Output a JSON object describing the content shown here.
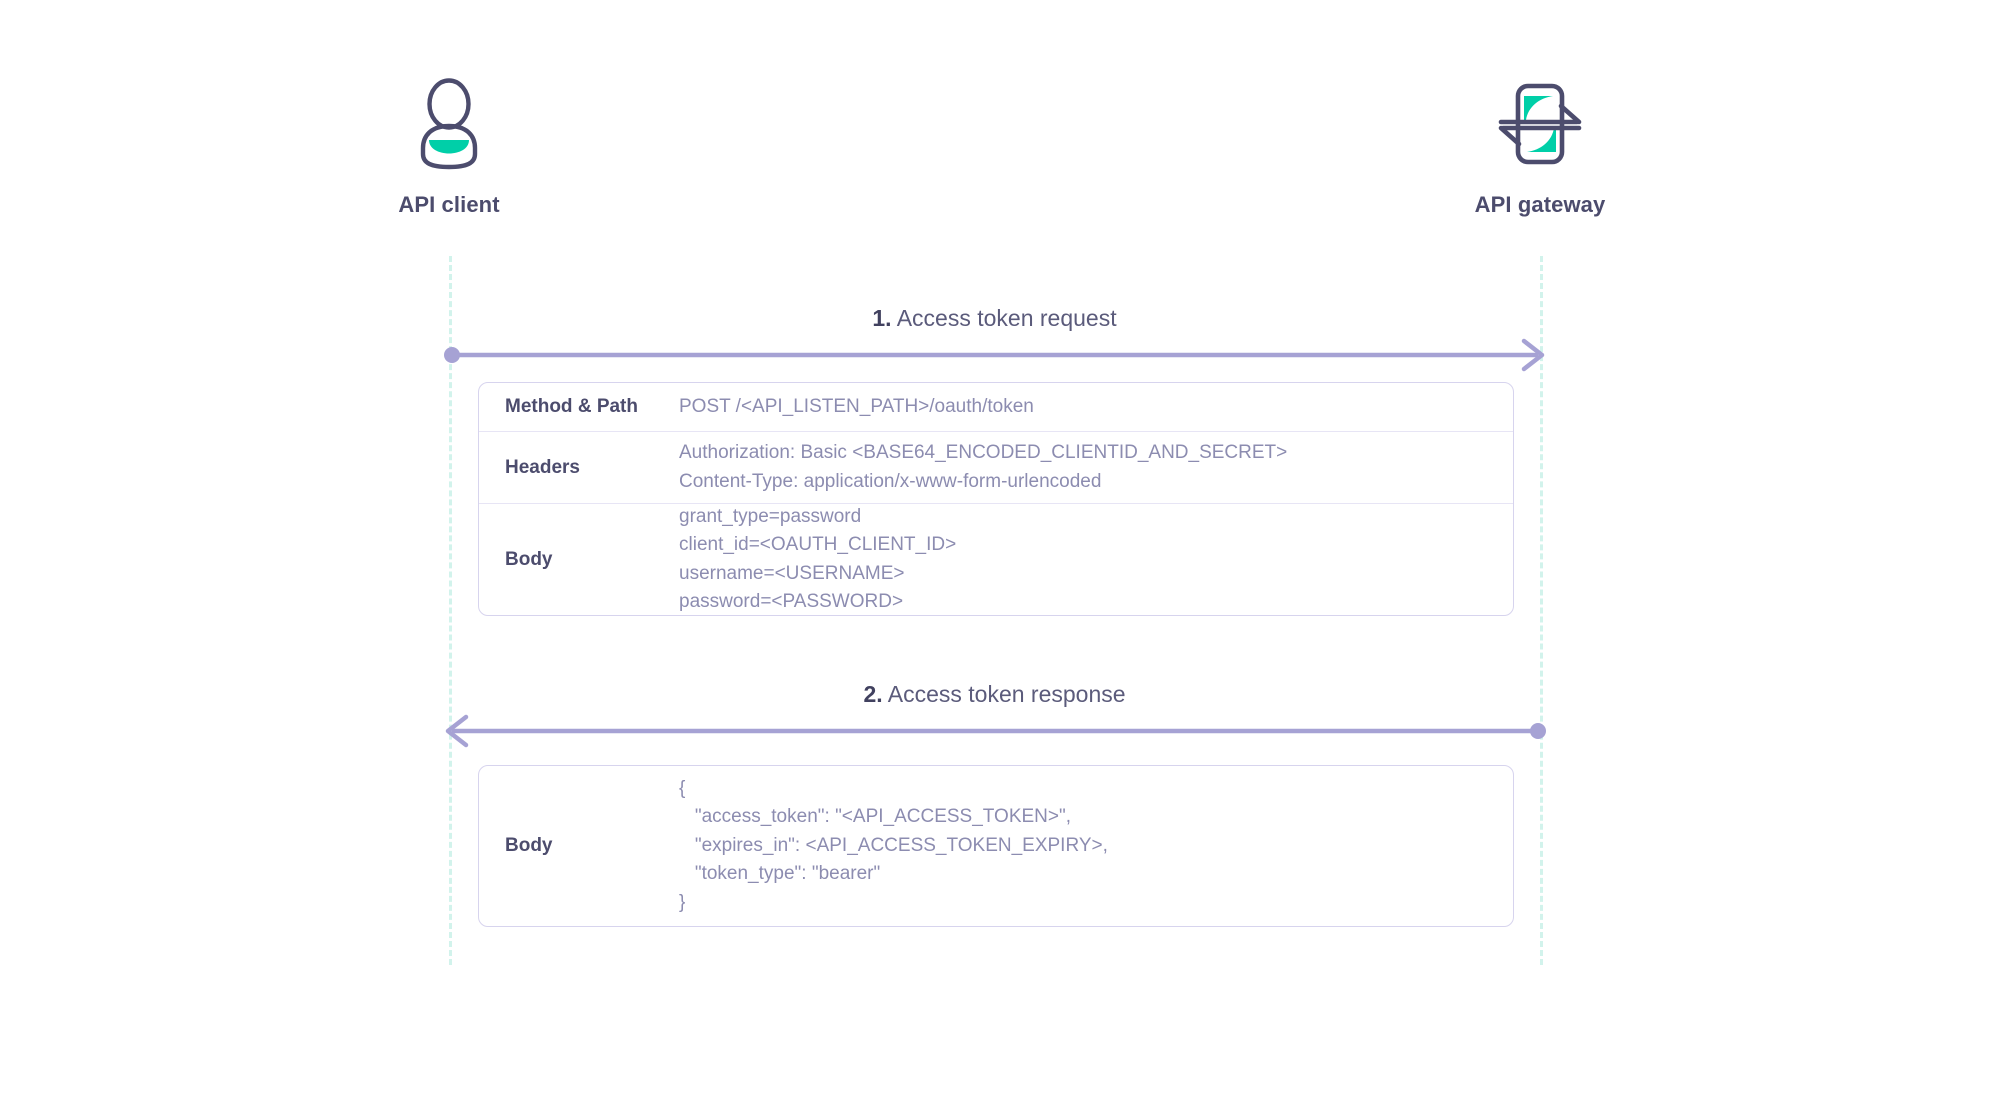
{
  "diagram": {
    "type": "sequence-diagram",
    "title": "OAuth access token exchange between API client and API gateway",
    "colors": {
      "actor_outline": "#4c4c6d",
      "actor_accent": "#00cfa8",
      "lifeline": "#d2f3ec",
      "arrow": "#a6a2d4",
      "table_border": "#d7d4ee",
      "key_text": "#4c4c6d",
      "value_text": "#8c8cb0",
      "label_text": "#5b5b7b"
    }
  },
  "actors": [
    {
      "id": "client",
      "label": "API client",
      "icon": "user-person-icon"
    },
    {
      "id": "gateway",
      "label": "API gateway",
      "icon": "api-gateway-exchange-icon"
    }
  ],
  "messages": [
    {
      "number": "1.",
      "label": "Access token request",
      "direction": "client-to-gateway",
      "arrow_icon": "arrow-right-icon",
      "details": [
        {
          "key": "Method & Path",
          "value": "POST /<API_LISTEN_PATH>/oauth/token"
        },
        {
          "key": "Headers",
          "value": "Authorization: Basic <BASE64_ENCODED_CLIENTID_AND_SECRET>\nContent-Type: application/x-www-form-urlencoded"
        },
        {
          "key": "Body",
          "value": "grant_type=password\nclient_id=<OAUTH_CLIENT_ID>\nusername=<USERNAME>\npassword=<PASSWORD>"
        }
      ]
    },
    {
      "number": "2.",
      "label": "Access token response",
      "direction": "gateway-to-client",
      "arrow_icon": "arrow-left-icon",
      "details": [
        {
          "key": "Body",
          "value": "{\n   \"access_token\": \"<API_ACCESS_TOKEN>\",\n   \"expires_in\": <API_ACCESS_TOKEN_EXPIRY>,\n   \"token_type\": \"bearer\"\n}"
        }
      ]
    }
  ]
}
